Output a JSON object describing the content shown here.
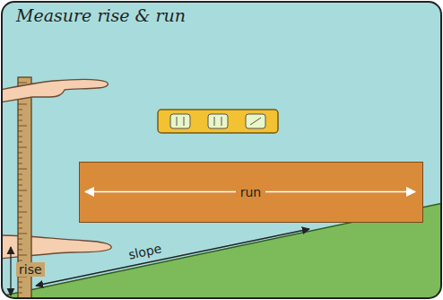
{
  "diagram": {
    "title": "Measure rise & run",
    "nodes": [
      {
        "text": [
          "run"
        ]
      }
    ],
    "labels": [
      "rise",
      "slope"
    ]
  }
}
